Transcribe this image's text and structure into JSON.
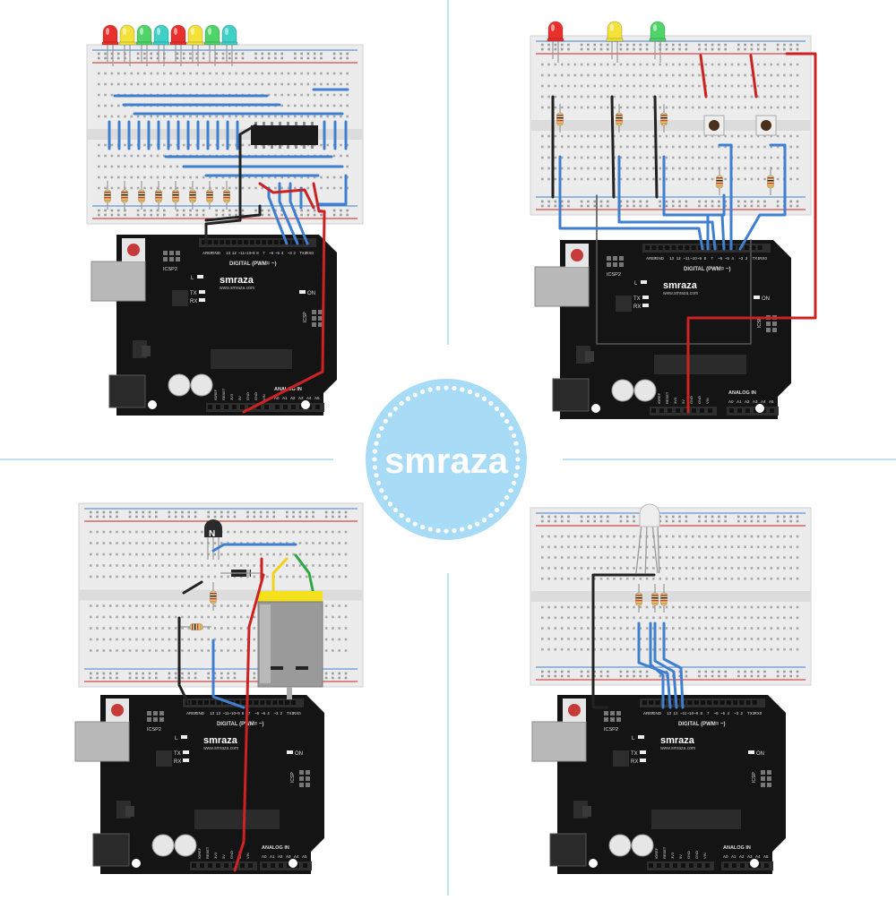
{
  "brand": {
    "logo_text": "smraza",
    "board_logo": "smraza",
    "board_site": "www.smraza.com",
    "badge_color": "#a8dcf6"
  },
  "board_labels": {
    "digital": "DIGITAL (PWM= ~)",
    "analog": "ANALOG IN",
    "icsp": "ICSP",
    "icsp2": "ICSP2",
    "aref": "AREF",
    "gnd": "GND",
    "tx": "TX",
    "rx": "RX",
    "led_l": "L",
    "on": "ON",
    "ioref": "IOREF",
    "reset": "RESET",
    "v33": "3V3",
    "v5": "5V",
    "vin": "VIN",
    "one": "1",
    "digital_pins": [
      "13",
      "12",
      "~11",
      "~10",
      "~9",
      "8",
      "7",
      "~6",
      "~5",
      "4",
      "~3",
      "2",
      "TX1",
      "RX0"
    ],
    "analog_pins": [
      "A0",
      "A1",
      "A2",
      "A3",
      "A4",
      "A5"
    ]
  },
  "components": {
    "transistor_label": "N"
  },
  "colors": {
    "wire_blue": "#3f7fd0",
    "wire_red": "#cc2222",
    "wire_black": "#222222",
    "wire_yellow": "#f2d21a",
    "wire_green": "#2da845",
    "board": "#141414",
    "breadboard": "#ececec",
    "led_red": "#e8302c",
    "led_yellow": "#f4e23a",
    "led_green": "#4fd46a",
    "led_cyan": "#3fd0c8",
    "motor_cap": "#f5e01c",
    "motor_body": "#9a9a9a"
  },
  "panels": [
    {
      "id": "leds-shift-register"
    },
    {
      "id": "leds-buttons"
    },
    {
      "id": "motor-transistor"
    },
    {
      "id": "rgb-led"
    }
  ]
}
